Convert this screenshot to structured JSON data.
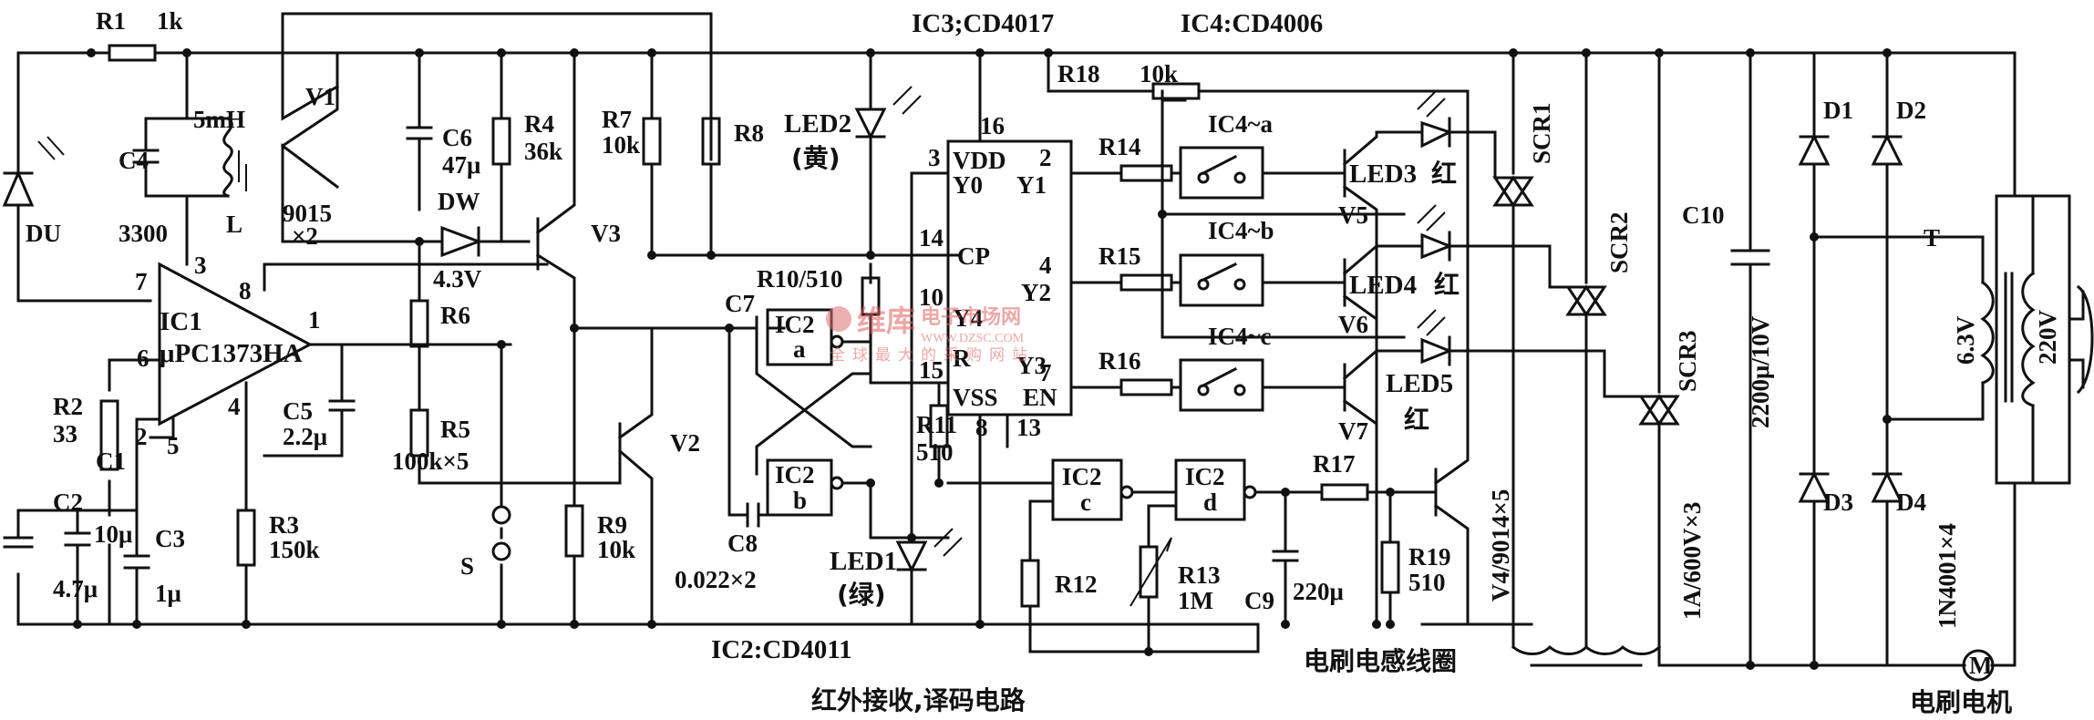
{
  "ic_headers": {
    "ic3": "IC3;CD4017",
    "ic4": "IC4:CD4006",
    "ic2": "IC2:CD4011"
  },
  "captions": {
    "receiver": "红外接收,译码电路",
    "coil": "电刷电感线圈",
    "motor": "电刷电机"
  },
  "components": {
    "R1": "R1",
    "R1_val": "1k",
    "DU": "DU",
    "C4": "C4",
    "C4_val": "3300",
    "L_val": "5mH",
    "L": "L",
    "V1": "V1",
    "V1_val": "9015",
    "V1_qty": "×2",
    "IC1": "IC1",
    "IC1_part": "μPC1373HA",
    "R2": "R2",
    "R2_val": "33",
    "C1": "C1",
    "C1_val": "10μ",
    "C2": "C2",
    "C2_val": "4.7μ",
    "C3": "C3",
    "C3_val": "1μ",
    "C5": "C5",
    "C5_val": "2.2μ",
    "R3": "R3",
    "R3_val": "150k",
    "C6": "C6",
    "C6_val": "47μ",
    "DW": "DW",
    "DW_val": "4.3V",
    "R4": "R4",
    "R4_val": "36k",
    "R6": "R6",
    "R5": "R5",
    "R5_val": "100k×5",
    "V3": "V3",
    "V2": "V2",
    "R7": "R7",
    "R7_val": "10k",
    "R8": "R8",
    "R9": "R9",
    "R9_val": "10k",
    "S": "S",
    "C7": "C7",
    "C8": "C8",
    "C8_val": "0.022×2",
    "R10": "R10/510",
    "IC2a": "IC2",
    "IC2a_sub": "a",
    "IC2b": "IC2",
    "IC2b_sub": "b",
    "IC2c": "IC2",
    "IC2c_sub": "c",
    "IC2d": "IC2",
    "IC2d_sub": "d",
    "LED2": "LED2",
    "LED2_color": "(黄)",
    "LED1": "LED1",
    "LED1_color": "(绿)",
    "R11": "R11",
    "R11_val": "510",
    "R18": "R18",
    "R18_val": "10k",
    "R14": "R14",
    "R15": "R15",
    "R16": "R16",
    "R17": "R17",
    "R12": "R12",
    "R13": "R13",
    "R13_val": "1M",
    "C9": "C9",
    "C9_val": "220μ",
    "R19": "R19",
    "R19_val": "510",
    "IC4a": "IC4~a",
    "IC4b": "IC4~b",
    "IC4c": "IC4~c",
    "LED3": "LED3",
    "LED4": "LED4",
    "LED5": "LED5",
    "red": "红",
    "V5": "V5",
    "V6": "V6",
    "V7": "V7",
    "V4": "V4/9014×5",
    "SCR1": "SCR1",
    "SCR2": "SCR2",
    "SCR3": "SCR3",
    "SCR_val": "1A/600V×3",
    "C10": "C10",
    "C10_val": "2200μ/10V",
    "D1": "D1",
    "D2": "D2",
    "D3": "D3",
    "D4": "D4",
    "D_val": "1N4001×4",
    "T": "T",
    "T_sec": "6.3V",
    "T_pri": "220V",
    "M": "M"
  },
  "pins": {
    "ic1_7": "7",
    "ic1_3": "3",
    "ic1_8": "8",
    "ic1_1": "1",
    "ic1_6": "6",
    "ic1_2": "2",
    "ic1_5": "5",
    "ic1_4": "4",
    "ic3_16": "16",
    "ic3_3": "3",
    "ic3_14": "14",
    "ic3_10": "10",
    "ic3_15": "15",
    "ic3_8": "8",
    "ic3_13": "13",
    "ic3_2": "2",
    "ic3_4": "4",
    "ic3_7": "7",
    "vdd": "VDD",
    "y0": "Y0",
    "y1": "Y1",
    "cp": "CP",
    "y2": "Y2",
    "y4": "Y4",
    "r": "R",
    "y3": "Y3",
    "vss": "VSS",
    "en": "EN"
  },
  "watermark": {
    "brand": "维库",
    "site": "电子市场网",
    "url": "WWW.DZSC.COM",
    "slogan": "全球最大的采购网站"
  }
}
